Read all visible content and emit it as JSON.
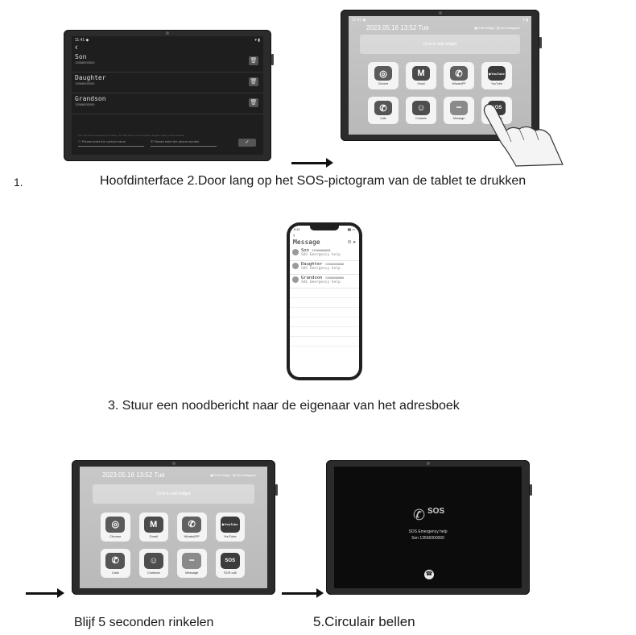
{
  "contacts_screen": {
    "statusbar_left": "11:41 ◆",
    "statusbar_right": "▾ ▮",
    "back": "‹",
    "contacts": [
      {
        "name": "Son",
        "phone": "13566000000"
      },
      {
        "name": "Daughter",
        "phone": "13566000000"
      },
      {
        "name": "Grandson",
        "phone": "13566000000"
      }
    ],
    "delete_icon": "🗑",
    "hint": "* You can set the emergency contacts, the SOS button on the desktop triggers calling of the contacts",
    "name_placeholder": "Please enter the contact name",
    "phone_placeholder": "Please enter the phone number",
    "ok_icon": "✓"
  },
  "home_screen": {
    "datetime": "2023.05.16 13:52  Tue",
    "widget_btn": "Edit Widget",
    "wallpaper_btn": "Set wallpaper",
    "widget_text": "Click to add widget",
    "apps": [
      {
        "label": "Chrome",
        "icon": "chrome-icon",
        "glyph": "◎"
      },
      {
        "label": "Gmail",
        "icon": "gmail-icon",
        "glyph": "M"
      },
      {
        "label": "WhatsAPP",
        "icon": "whatsapp-icon",
        "glyph": "✆"
      },
      {
        "label": "YouTube",
        "icon": "youtube-icon",
        "glyph": "▶YouTube"
      },
      {
        "label": "Calls",
        "icon": "phone-icon",
        "glyph": "✆"
      },
      {
        "label": "Contacts",
        "icon": "contacts-icon",
        "glyph": "☺"
      },
      {
        "label": "Message",
        "icon": "message-icon",
        "glyph": "•••"
      },
      {
        "label": "SOS call",
        "icon": "sos-icon",
        "glyph": "SOS"
      }
    ]
  },
  "phone_screen": {
    "time": "9:41",
    "title": "Message",
    "messages": [
      {
        "sender": "Son",
        "phone": "13566000000",
        "text": "SOS Emergency help"
      },
      {
        "sender": "Daughter",
        "phone": "13566000000",
        "text": "SOS Emergency help"
      },
      {
        "sender": "Grandson",
        "phone": "13566000000",
        "text": "SOS Emergency help"
      }
    ]
  },
  "call_screen": {
    "sos_label": "SOS",
    "line1": "SOS Emergency help",
    "line2": "Son 13566000000",
    "hangup_icon": "☎"
  },
  "captions": {
    "step1_num": "1.",
    "step1_2": "Hoofdinterface  2.Door lang op het SOS-pictogram van de tablet te drukken",
    "step3": "3. Stuur een noodbericht naar de eigenaar van het adresboek",
    "step4": "Blijf 5 seconden rinkelen",
    "step5": "5.Circulair bellen"
  },
  "colors": {
    "chrome": "#5a5a5a",
    "gmail": "#4a4a4a",
    "whatsapp": "#606060",
    "youtube": "#3a3a3a",
    "calls": "#555555",
    "contacts": "#4e4e4e",
    "message": "#8a8a8a",
    "sos": "#3c3c3c"
  }
}
